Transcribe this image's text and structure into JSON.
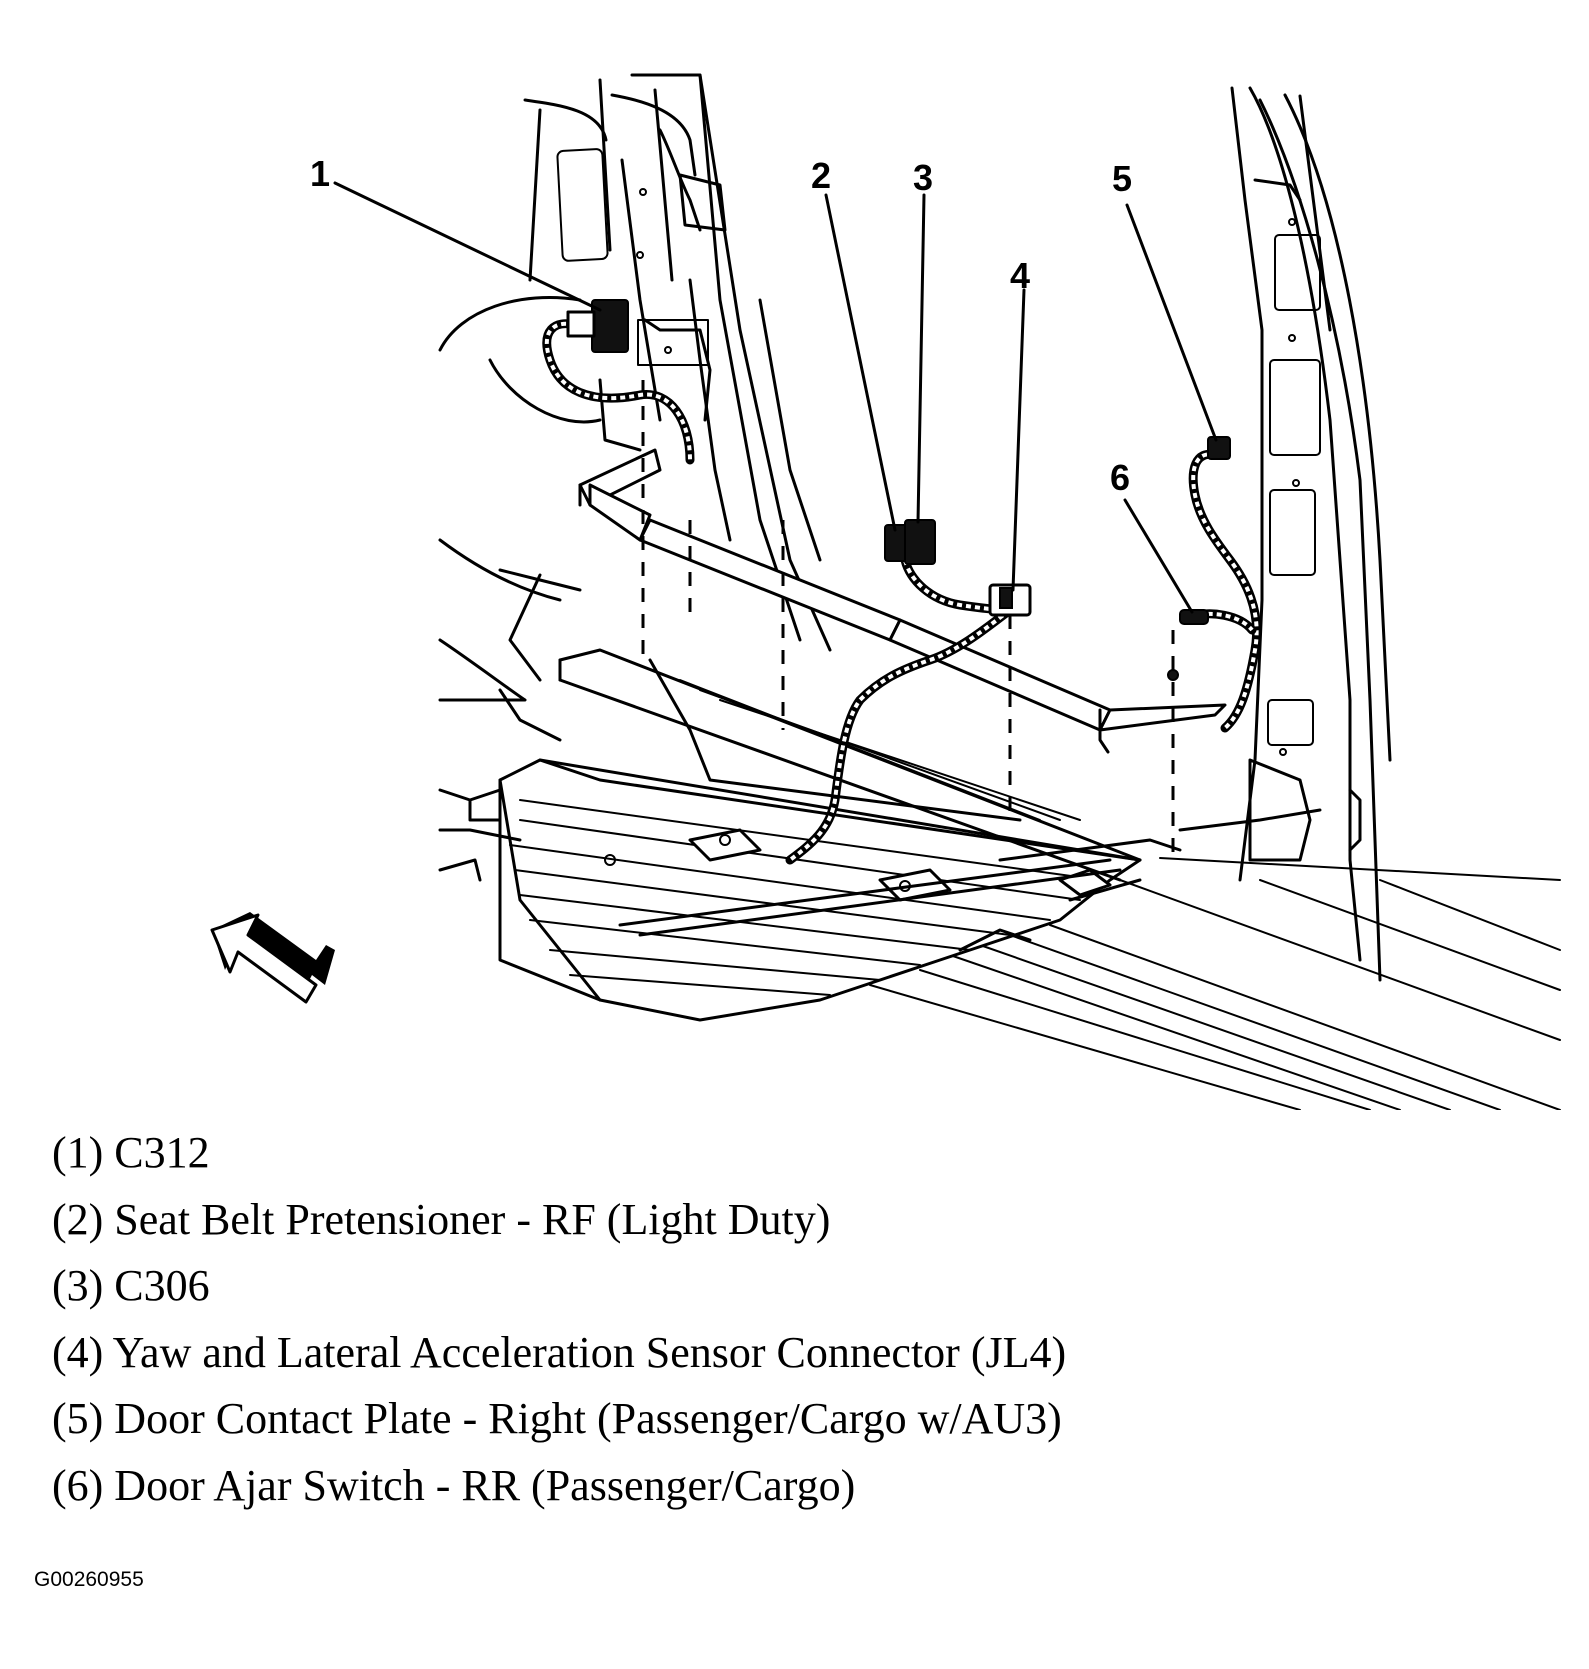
{
  "callouts": [
    "1",
    "2",
    "3",
    "4",
    "5",
    "6"
  ],
  "legend": [
    "(1) C312",
    "(2) Seat Belt Pretensioner - RF (Light Duty)",
    "(3) C306",
    "(4) Yaw and Lateral Acceleration Sensor Connector (JL4)",
    "(5) Door Contact Plate - Right (Passenger/Cargo w/AU3)",
    "(6) Door Ajar Switch - RR (Passenger/Cargo)"
  ],
  "figure_id": "G00260955",
  "icons": {
    "direction_arrow": "forward-arrow-icon"
  },
  "colors": {
    "ink": "#000000",
    "paper": "#ffffff"
  }
}
